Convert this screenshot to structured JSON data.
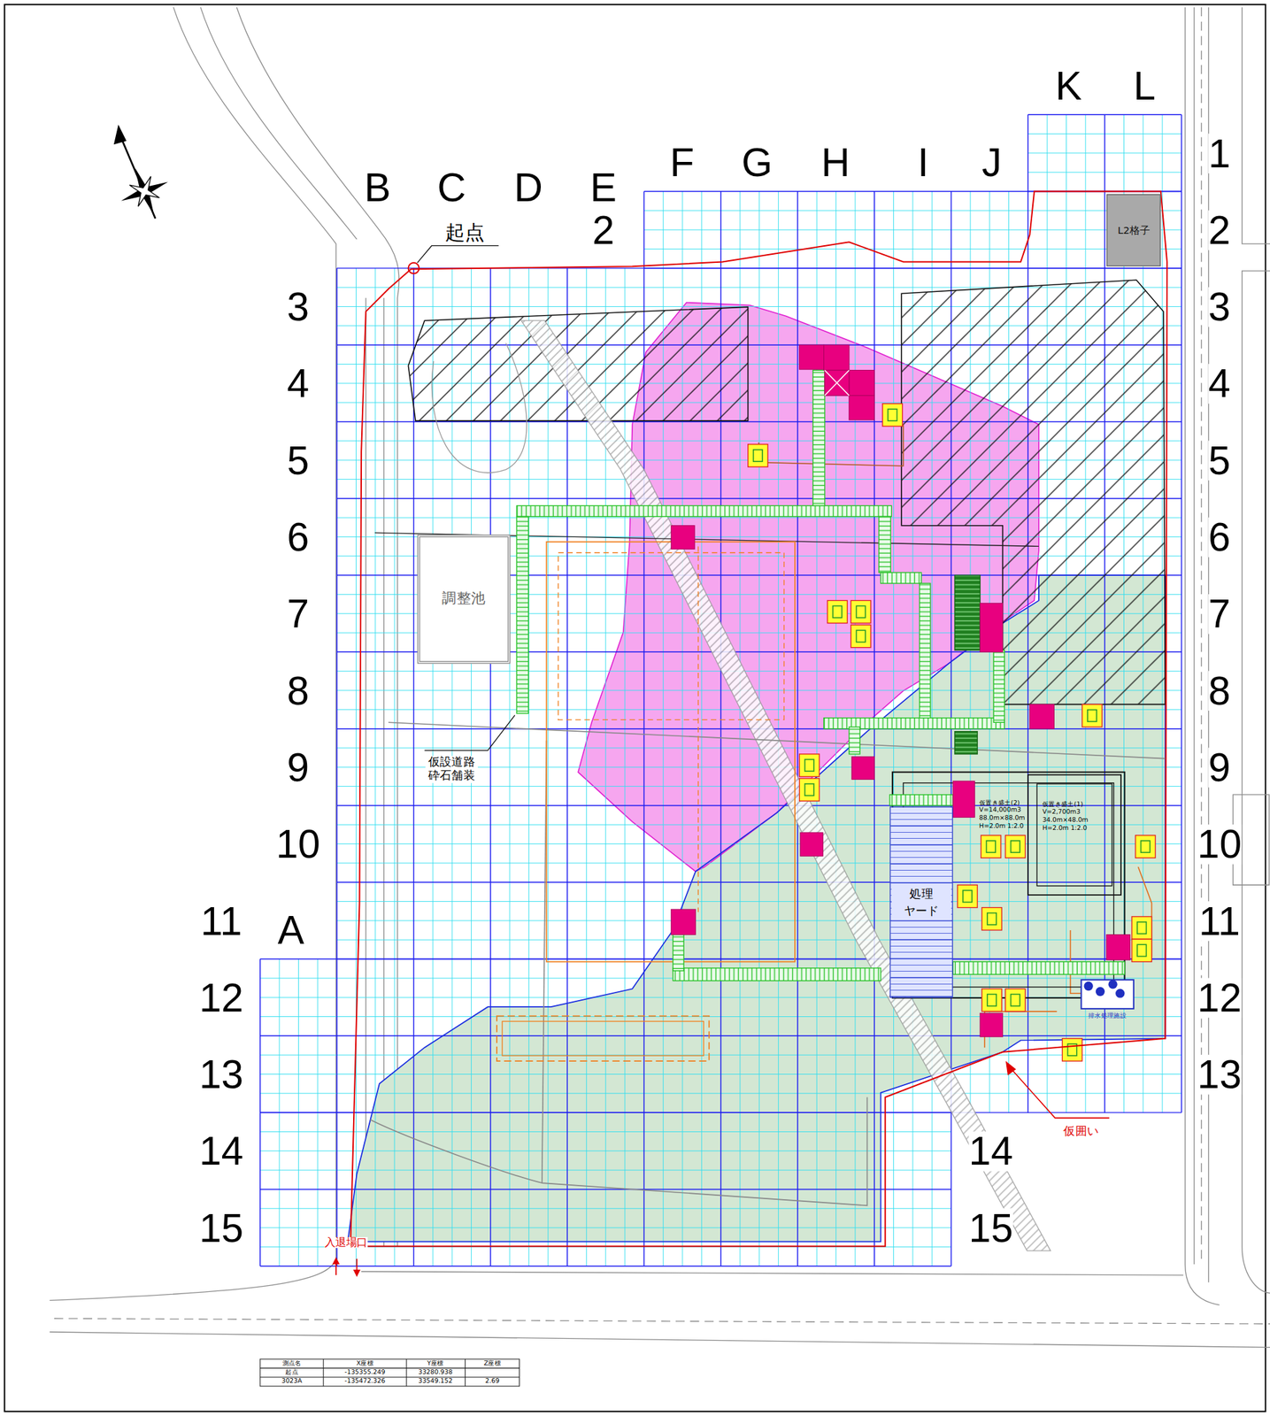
{
  "diagram": {
    "nodes": [
      {
        "text": [
          "L2格子"
        ]
      },
      {
        "text": [
          "調整池"
        ]
      },
      {
        "text": [
          "仮置き盛土(2)",
          "V=14,000m3",
          "88.0m×88.0m",
          "H=2.0m 1:2.0"
        ]
      },
      {
        "text": [
          "仮置き盛土(1)",
          "V=2,700m3",
          "34.0m×48.0m",
          "H=2.0m 1:2.0"
        ]
      },
      {
        "text": [
          "処理 ヤード"
        ]
      },
      {
        "text": [
          "排水処理施設"
        ]
      }
    ],
    "labels": [
      "K",
      "L",
      "1",
      "B",
      "C",
      "D",
      "E",
      "F",
      "G",
      "H",
      "I",
      "J",
      "2",
      "起点",
      "2",
      "3",
      "3",
      "4",
      "4",
      "5",
      "5",
      "6",
      "6",
      "7",
      "7",
      "8",
      "8",
      "仮設道路 砕石舗装",
      "9",
      "9",
      "10",
      "10",
      "11",
      "A",
      "11",
      "12",
      "12",
      "13",
      "13",
      "仮囲い",
      "14",
      "14",
      "15",
      "15",
      "入退場口",
      "測点名",
      "X座標",
      "Y座標",
      "Z座標",
      "起点",
      "-135355.249",
      "33280.938",
      "3023A",
      "-135472.326",
      "33549.152",
      "2.69"
    ]
  }
}
